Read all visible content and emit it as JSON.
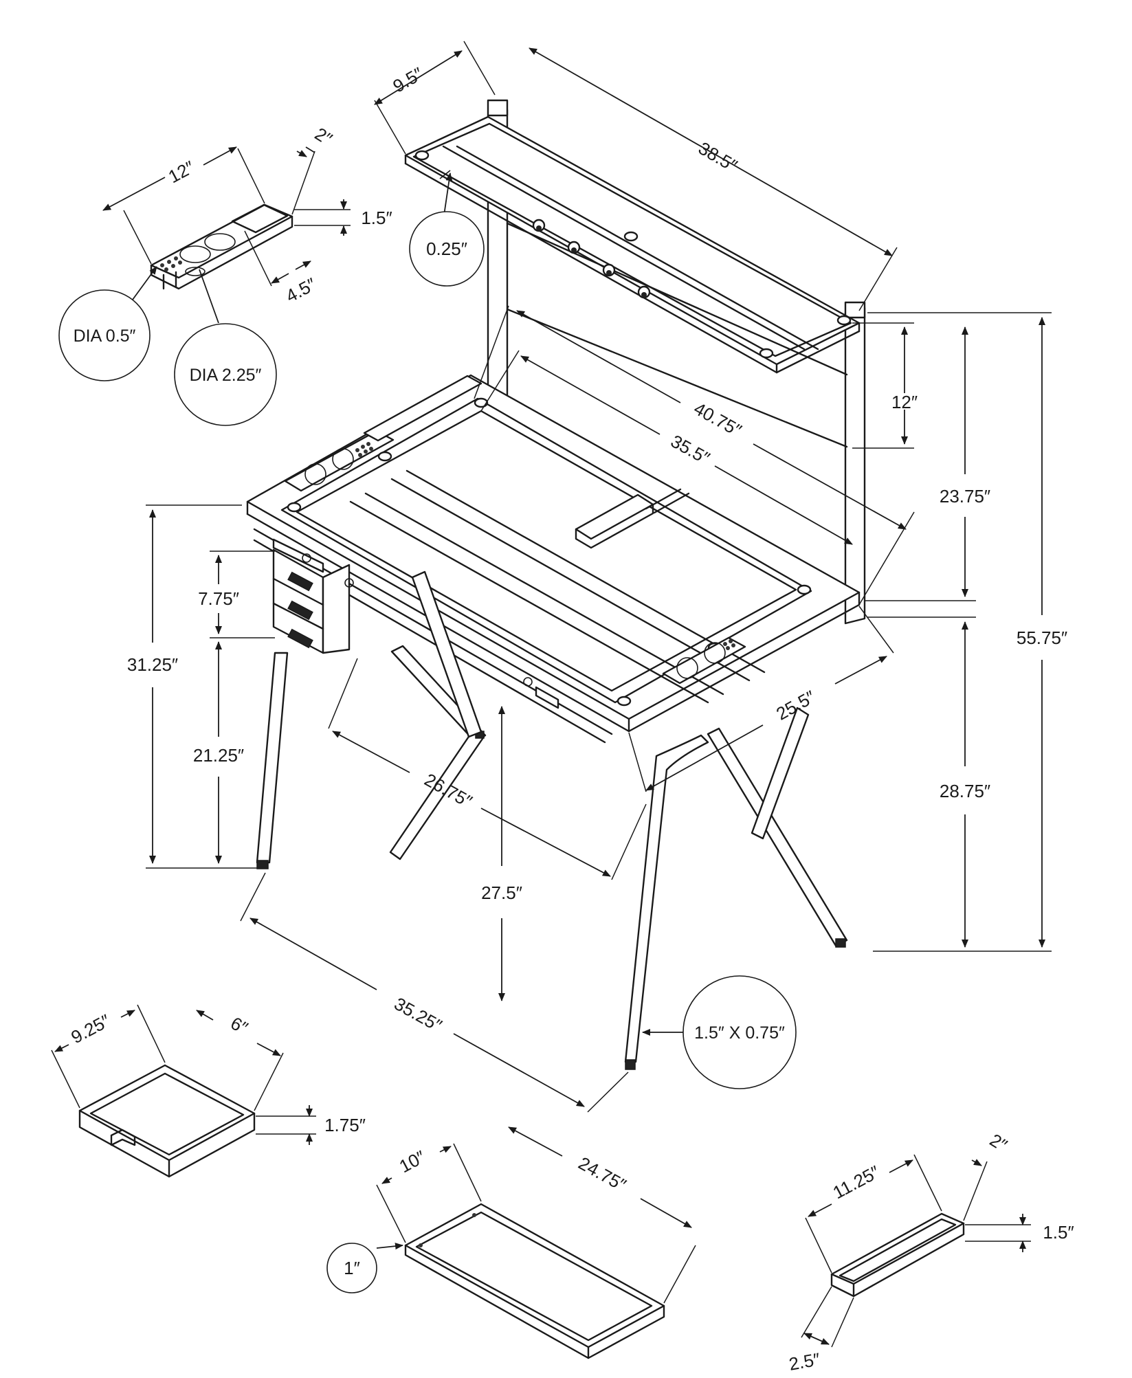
{
  "diagram": {
    "main_desk": {
      "hutch_depth": "9.5″",
      "hutch_width": "38.5″",
      "glass_thickness": "0.25″",
      "hutch_shelf_height": "12″",
      "hutch_height": "23.75″",
      "overall_height": "55.75″",
      "overall_width": "40.75″",
      "top_width": "35.5″",
      "top_depth": "25.5″",
      "desk_height": "28.75″",
      "front_height": "31.25″",
      "drawer_height": "7.75″",
      "knee_height": "21.25″",
      "leg_span": "26.75″",
      "clearance_height": "27.5″",
      "base_width": "35.25″",
      "leg_profile": "1.5″ X 0.75″"
    },
    "pen_tray": {
      "length": "12″",
      "depth": "2″",
      "height": "1.5″",
      "holder_width": "4.5″",
      "small_hole": "DIA 0.5″",
      "large_hole": "DIA 2.25″"
    },
    "drawer": {
      "depth": "9.25″",
      "width": "6″",
      "height": "1.75″"
    },
    "keyboard_tray": {
      "depth": "10″",
      "width": "24.75″",
      "thickness": "1″"
    },
    "side_tray": {
      "length": "11.25″",
      "depth": "2″",
      "height": "1.5″",
      "end": "2.5″"
    }
  }
}
